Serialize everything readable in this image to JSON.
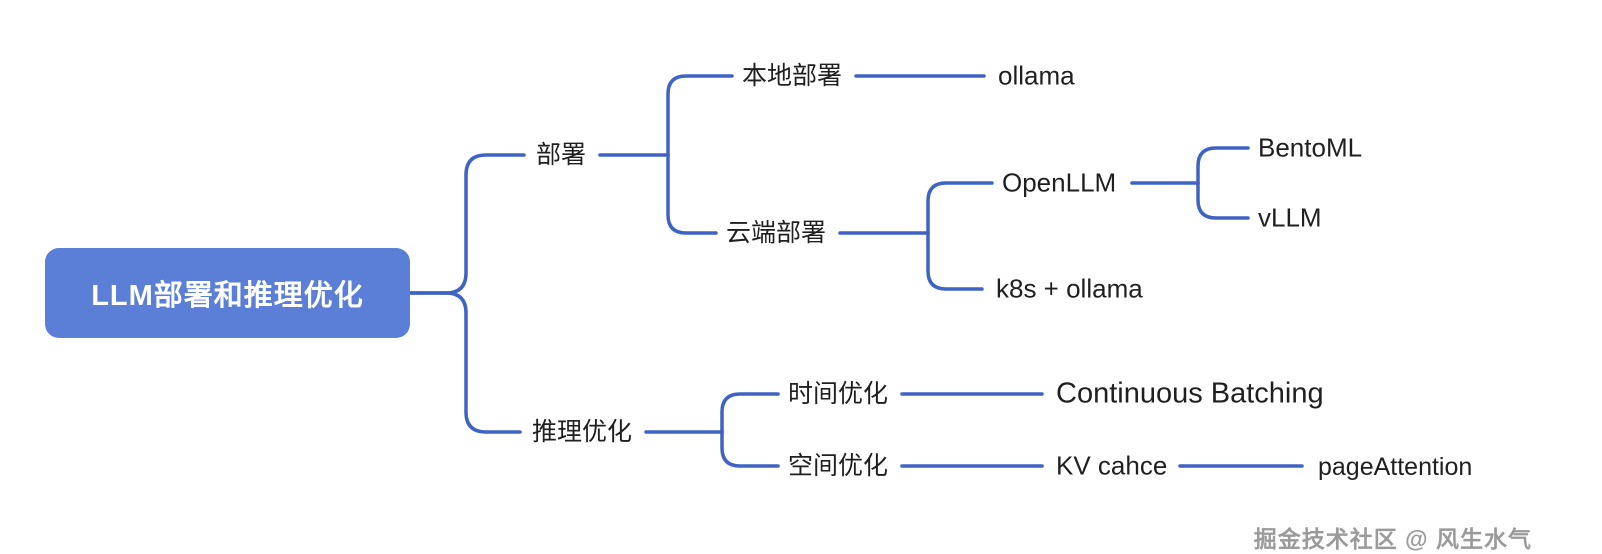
{
  "root": {
    "label": "LLM部署和推理优化",
    "children": [
      {
        "label": "部署",
        "children": [
          {
            "label": "本地部署",
            "children": [
              {
                "label": "ollama"
              }
            ]
          },
          {
            "label": "云端部署",
            "children": [
              {
                "label": "OpenLLM",
                "children": [
                  {
                    "label": "BentoML"
                  },
                  {
                    "label": "vLLM"
                  }
                ]
              },
              {
                "label": "k8s + ollama"
              }
            ]
          }
        ]
      },
      {
        "label": "推理优化",
        "children": [
          {
            "label": "时间优化",
            "children": [
              {
                "label": "Continuous Batching"
              }
            ]
          },
          {
            "label": "空间优化",
            "children": [
              {
                "label": "KV cahce",
                "children": [
                  {
                    "label": "pageAttention"
                  }
                ]
              }
            ]
          }
        ]
      }
    ]
  },
  "watermark": {
    "text": "掘金技术社区 @ 风生水气"
  },
  "colors": {
    "root_fill": "#5b7ed7",
    "connector_line": "#3e63c4",
    "node_text": "#1f1f1f",
    "watermark_text": "#9a9a9a"
  }
}
